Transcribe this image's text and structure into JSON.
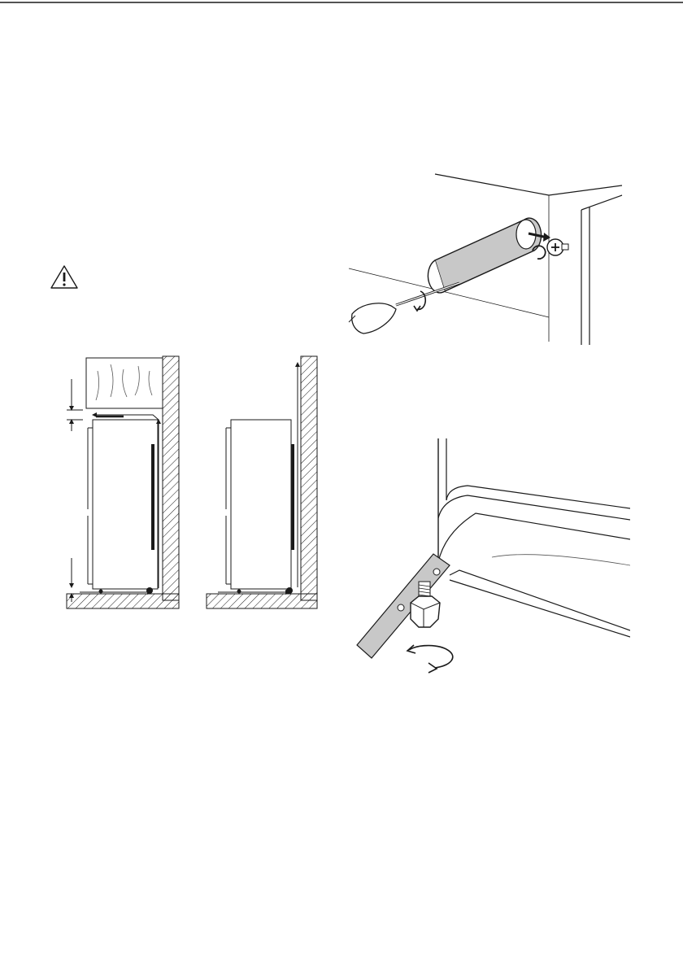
{
  "page": {
    "background": "#ffffff",
    "line_color": "#1a1a1a",
    "accent_gray": "#c8c8c8"
  },
  "icons": {
    "warning": "warning-triangle-icon",
    "rotate_arrow": "rotate-arrow-icon",
    "screwdriver": "screwdriver-icon",
    "screw": "screw-icon",
    "bolt": "bolt-icon"
  },
  "figures": {
    "ventilation": {
      "description_icon": "airflow-arrows"
    },
    "spacer": {
      "description_icon": "rear-spacer-mounting"
    },
    "leveling": {
      "description_icon": "adjustable-foot"
    }
  }
}
